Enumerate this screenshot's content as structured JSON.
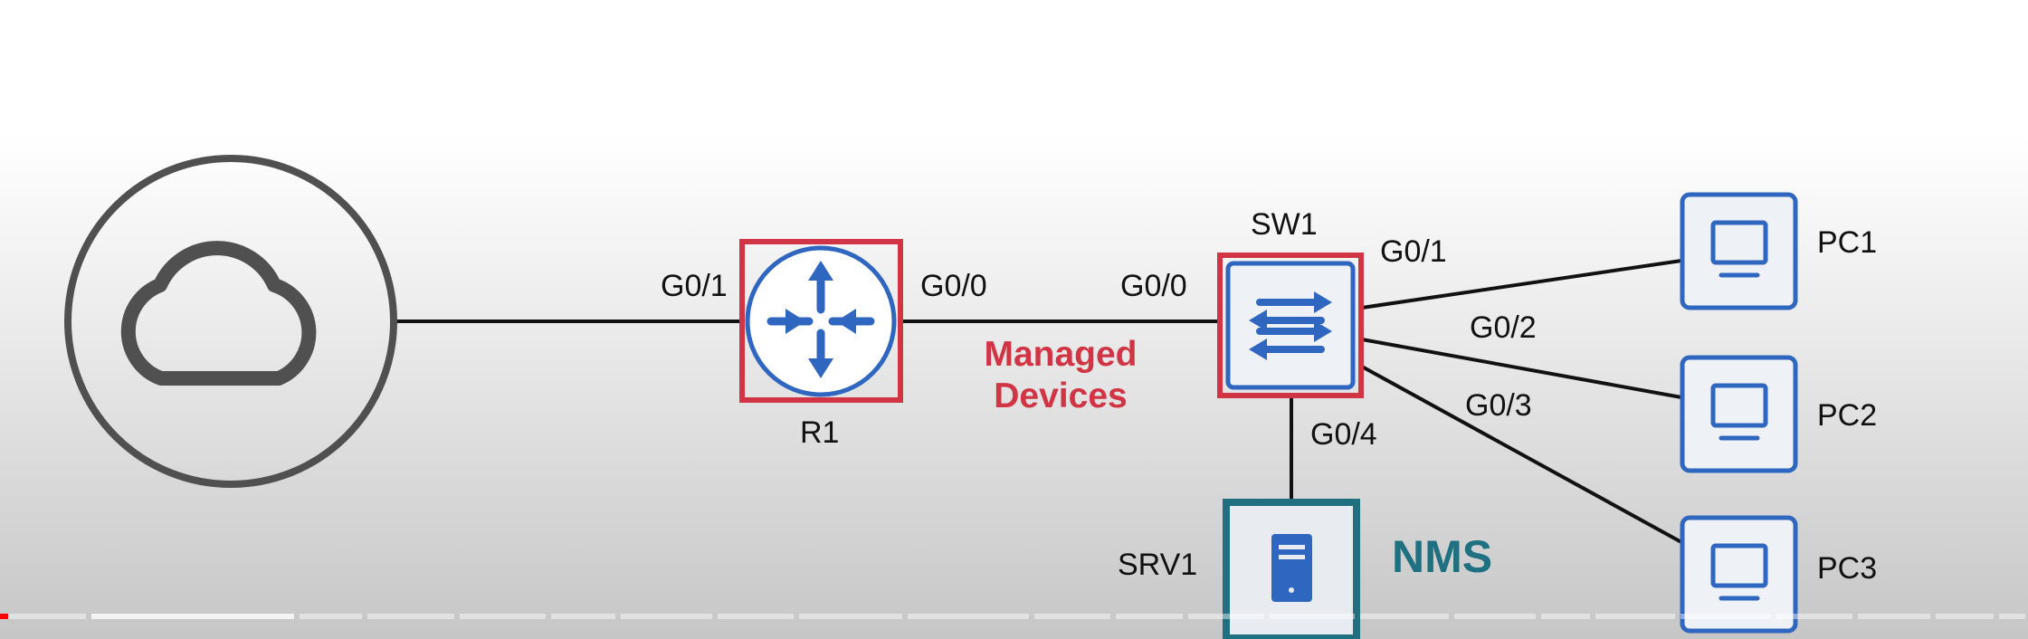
{
  "colors": {
    "managed_red": "#d13444",
    "device_blue": "#2f66c0",
    "nms_teal": "#1f7080",
    "link_black": "#111111",
    "cloud_gray": "#505050",
    "progress_red": "#ff0000"
  },
  "devices": {
    "internet": {
      "icon": "cloud-icon"
    },
    "r1": {
      "name": "R1",
      "icon": "router-icon",
      "managed": true
    },
    "sw1": {
      "name": "SW1",
      "icon": "switch-icon",
      "managed": true
    },
    "srv1": {
      "name": "SRV1",
      "icon": "server-icon"
    },
    "pc1": {
      "name": "PC1",
      "icon": "monitor-icon"
    },
    "pc2": {
      "name": "PC2",
      "icon": "monitor-icon"
    },
    "pc3": {
      "name": "PC3",
      "icon": "monitor-icon"
    }
  },
  "interfaces": {
    "r1_g0_1": "G0/1",
    "r1_g0_0": "G0/0",
    "sw1_g0_0": "G0/0",
    "sw1_g0_1": "G0/1",
    "sw1_g0_2": "G0/2",
    "sw1_g0_3": "G0/3",
    "sw1_g0_4": "G0/4"
  },
  "annotations": {
    "managed_line1": "Managed",
    "managed_line2": "Devices",
    "nms": "NMS"
  },
  "video_progress": {
    "played_fraction": 0.004
  }
}
